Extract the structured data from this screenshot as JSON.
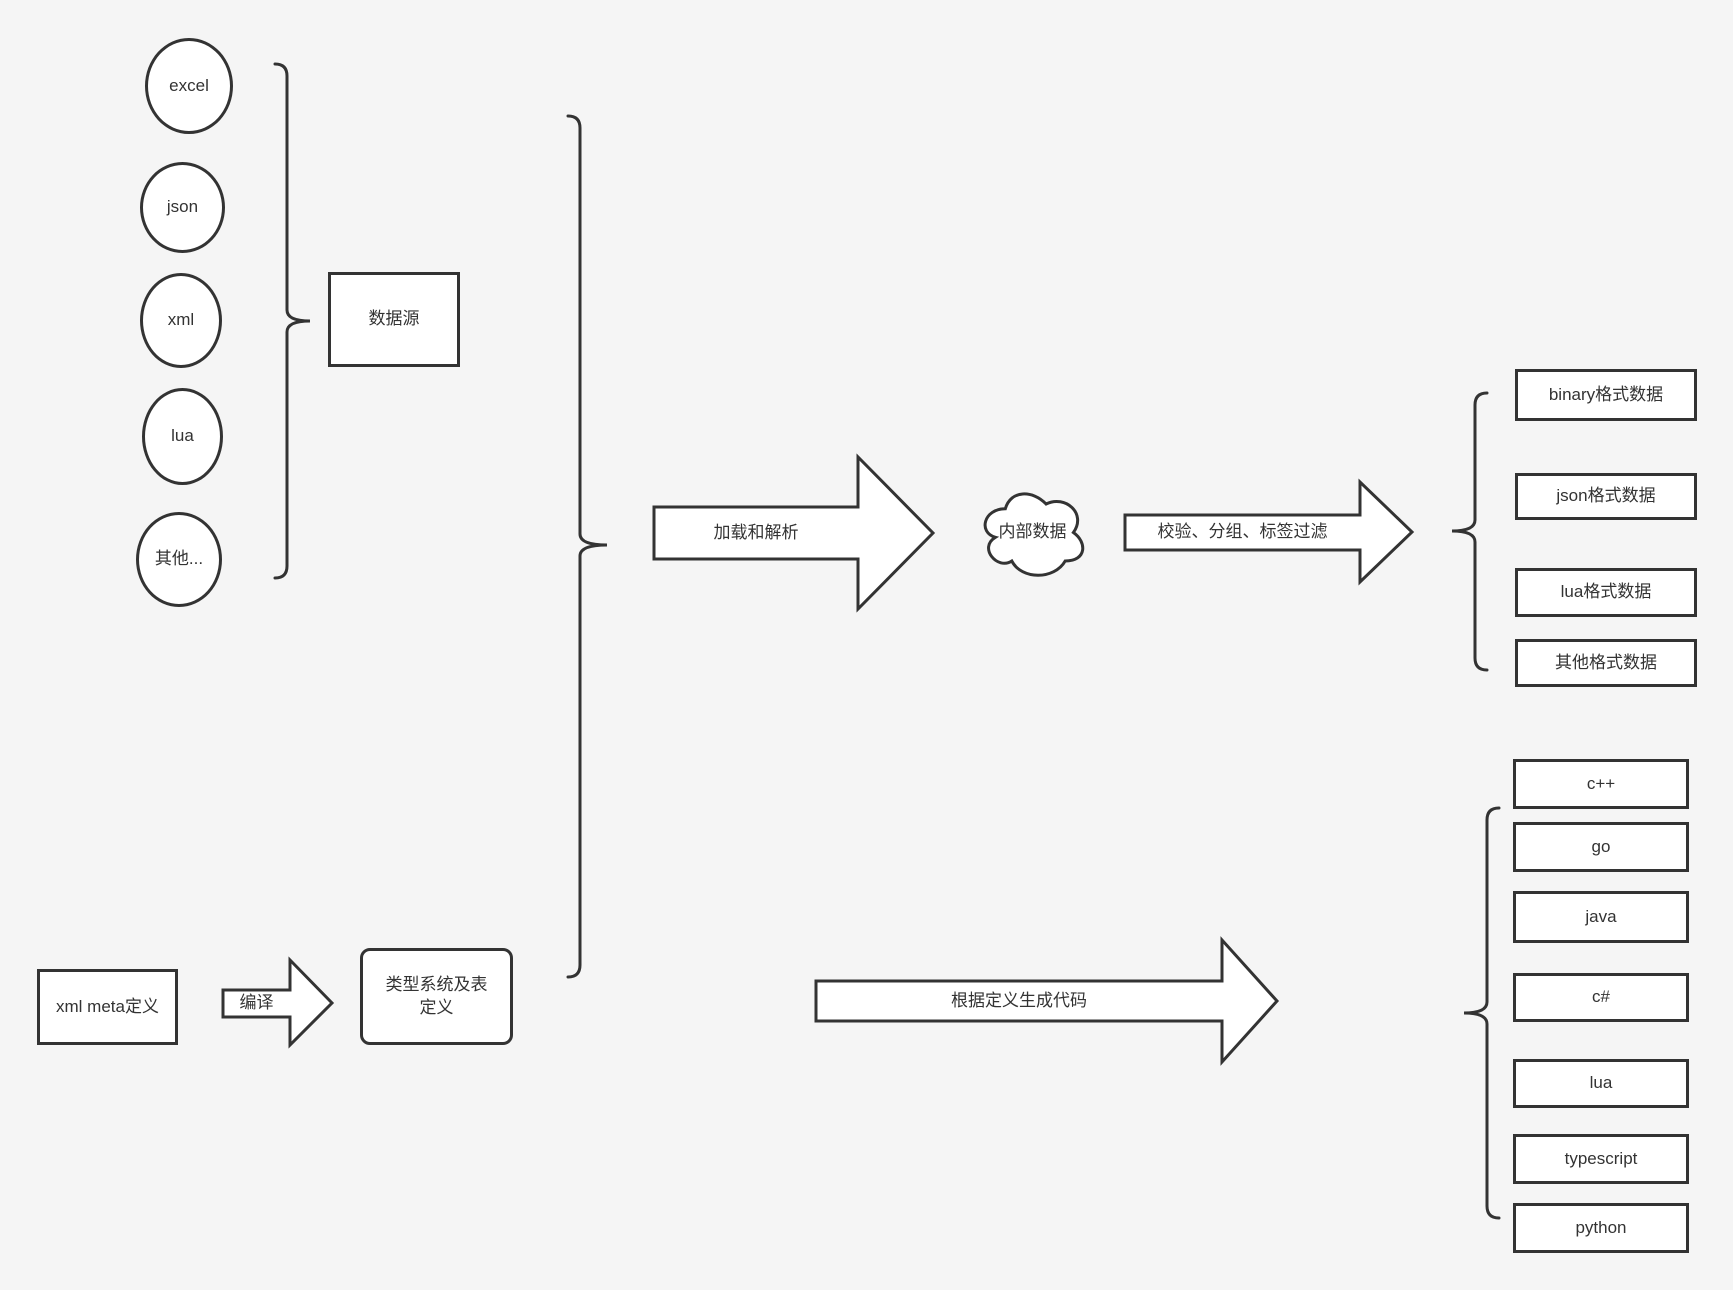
{
  "styles": {
    "background": "#f5f5f5",
    "stroke": "#333333",
    "node_fill": "#ffffff",
    "text_color": "#333333"
  },
  "sources": {
    "items": [
      "excel",
      "json",
      "xml",
      "lua",
      "其他..."
    ],
    "group_label": "数据源"
  },
  "pipeline": {
    "load_arrow_label": "加载和解析",
    "cloud_label": "内部数据",
    "filter_arrow_label": "校验、分组、标签过滤",
    "formats": [
      "binary格式数据",
      "json格式数据",
      "lua格式数据",
      "其他格式数据"
    ]
  },
  "definition": {
    "meta_box_label": "xml meta定义",
    "compile_arrow_label": "编译",
    "type_box_label": "类型系统及表定义",
    "codegen_arrow_label": "根据定义生成代码",
    "languages": [
      "c++",
      "go",
      "java",
      "c#",
      "lua",
      "typescript",
      "python"
    ]
  }
}
